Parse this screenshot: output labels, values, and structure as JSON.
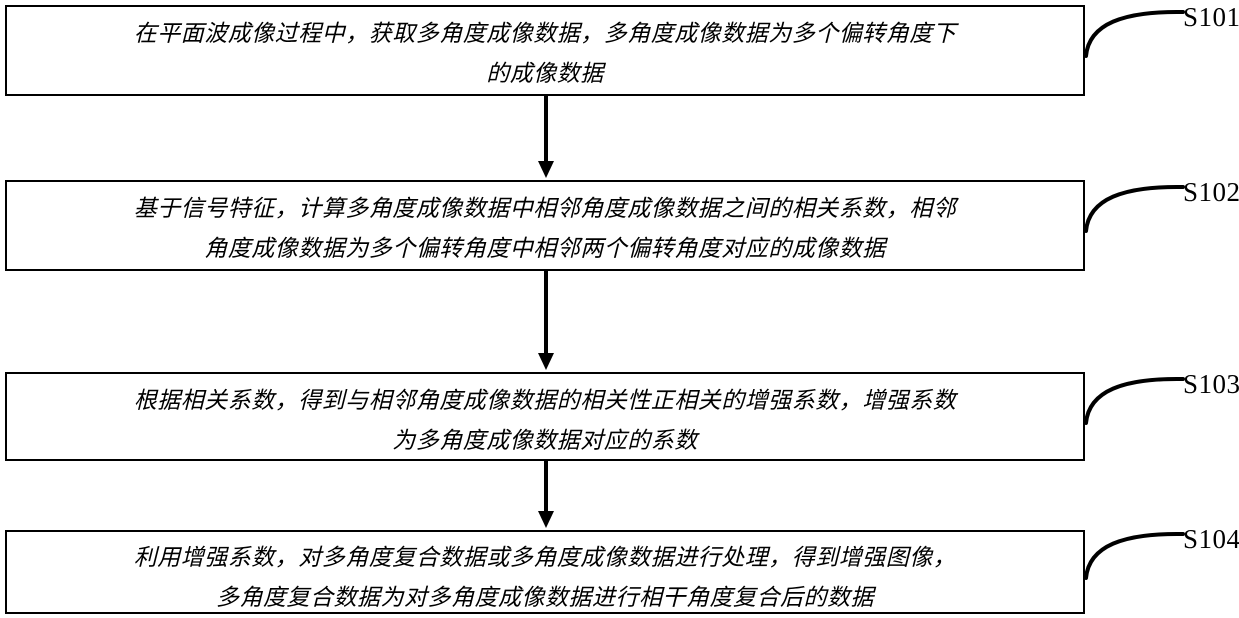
{
  "figure": {
    "type": "flowchart",
    "orientation": "vertical",
    "background_color": "#ffffff",
    "line_color": "#000000"
  },
  "steps": [
    {
      "id": "S101",
      "ref_label": "S101",
      "text": "在平面波成像过程中，获取多角度成像数据，多角度成像数据为多个偏转角度下\n的成像数据"
    },
    {
      "id": "S102",
      "ref_label": "S102",
      "text": "基于信号特征，计算多角度成像数据中相邻角度成像数据之间的相关系数，相邻\n角度成像数据为多个偏转角度中相邻两个偏转角度对应的成像数据"
    },
    {
      "id": "S103",
      "ref_label": "S103",
      "text": "根据相关系数，得到与相邻角度成像数据的相关性正相关的增强系数，增强系数\n为多角度成像数据对应的系数"
    },
    {
      "id": "S104",
      "ref_label": "S104",
      "text": "利用增强系数，对多角度复合数据或多角度成像数据进行处理，得到增强图像，\n多角度复合数据为对多角度成像数据进行相干角度复合后的数据"
    }
  ],
  "connectors": [
    {
      "from": "S101",
      "to": "S102",
      "style": "solid-arrow-down"
    },
    {
      "from": "S102",
      "to": "S103",
      "style": "solid-arrow-down"
    },
    {
      "from": "S103",
      "to": "S104",
      "style": "solid-arrow-down"
    }
  ]
}
